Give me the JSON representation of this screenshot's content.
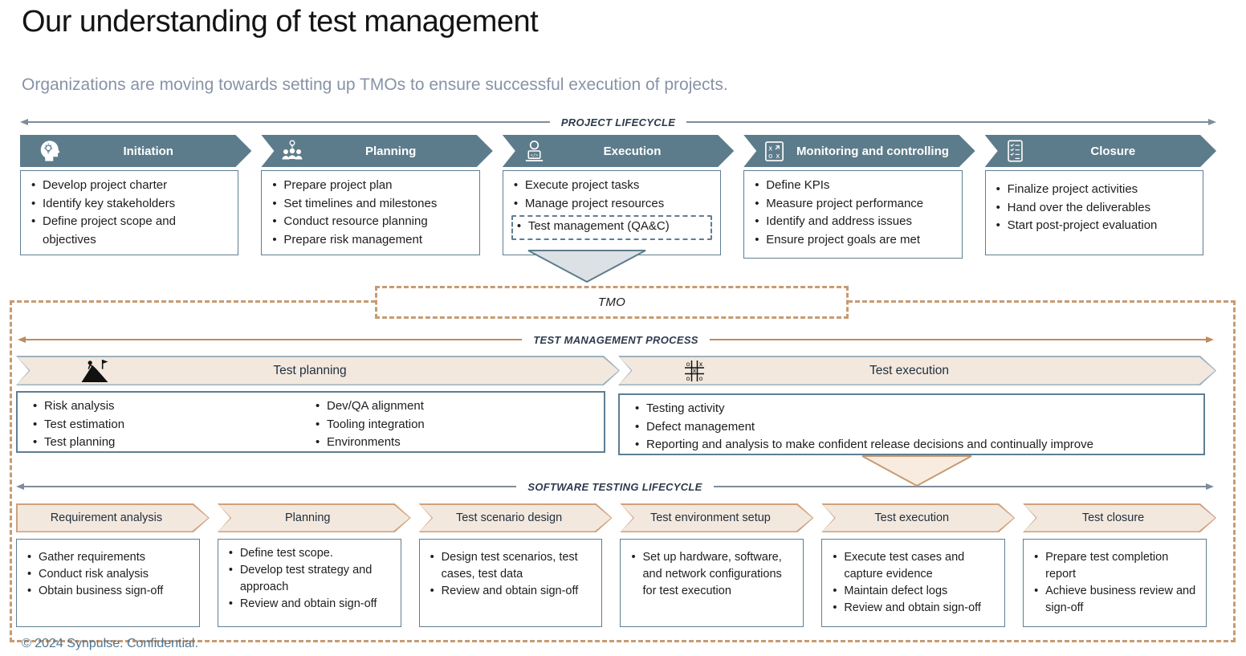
{
  "page": {
    "title": "Our understanding of test management",
    "subtitle": "Organizations are moving towards setting up TMOs to ensure successful execution of projects.",
    "footer": "© 2024 Synpulse. Confidential."
  },
  "colors": {
    "stage_chevron_slate": "#5d7c8b",
    "box_border_slate": "#5e7e93",
    "dashed_tan": "#c89b72",
    "cream_chevron_fill": "#f3e8de",
    "cream_chevron_border": "#cfa17c",
    "gray_arrow": "#7d8c9b",
    "subtitle_gray": "#8793a7",
    "footer_blue": "#4e7591"
  },
  "icons": {
    "idea-head-icon": "head silhouette with lightbulb",
    "team-brainstorm-icon": "three people under a lightbulb",
    "developer-laptop-icon": "person behind laptop with code tag",
    "strategy-board-icon": "tactics pad with x and o marks",
    "checklist-icon": "checklist sheet",
    "mountain-climber-icon": "climber on peak with flag",
    "tic-tac-toe-icon": "tic-tac-toe grid with x and o"
  },
  "project_lifecycle": {
    "label": "PROJECT LIFECYCLE",
    "stages": [
      {
        "name": "Initiation",
        "icon": "idea-head-icon",
        "bullets": [
          "Develop project charter",
          "Identify key stakeholders",
          "Define project scope and objectives"
        ]
      },
      {
        "name": "Planning",
        "icon": "team-brainstorm-icon",
        "bullets": [
          "Prepare project plan",
          "Set timelines and milestones",
          "Conduct resource planning",
          "Prepare risk management"
        ]
      },
      {
        "name": "Execution",
        "icon": "developer-laptop-icon",
        "bullets": [
          "Execute project tasks",
          "Manage project resources"
        ],
        "highlighted_bullet": "Test management (QA&C)"
      },
      {
        "name": "Monitoring and controlling",
        "icon": "strategy-board-icon",
        "bullets": [
          "Define KPIs",
          "Measure project performance",
          "Identify and address issues",
          "Ensure project goals are met"
        ]
      },
      {
        "name": "Closure",
        "icon": "checklist-icon",
        "bullets": [
          "Finalize project activities",
          "Hand over the deliverables",
          "Start post-project evaluation"
        ]
      }
    ]
  },
  "tmo": {
    "label": "TMO"
  },
  "test_management_process": {
    "label": "TEST MANAGEMENT PROCESS",
    "planning": {
      "name": "Test planning",
      "icon": "mountain-climber-icon",
      "bullets_col1": [
        "Risk analysis",
        "Test estimation",
        "Test planning"
      ],
      "bullets_col2": [
        "Dev/QA alignment",
        "Tooling integration",
        "Environments"
      ]
    },
    "execution": {
      "name": "Test execution",
      "icon": "tic-tac-toe-icon",
      "bullets": [
        "Testing activity",
        "Defect management",
        "Reporting and analysis to make confident release decisions and continually improve"
      ]
    }
  },
  "software_testing_lifecycle": {
    "label": "SOFTWARE TESTING LIFECYCLE",
    "stages": [
      {
        "name": "Requirement analysis",
        "bullets": [
          "Gather requirements",
          "Conduct risk analysis",
          "Obtain business sign-off"
        ]
      },
      {
        "name": "Planning",
        "bullets": [
          "Define test scope.",
          "Develop test strategy and approach",
          "Review and obtain sign-off"
        ]
      },
      {
        "name": "Test scenario design",
        "bullets": [
          "Design test scenarios, test cases, test data",
          "Review and obtain sign-off"
        ]
      },
      {
        "name": "Test environment setup",
        "bullets": [
          "Set up hardware, software, and network configurations for test execution"
        ]
      },
      {
        "name": "Test execution",
        "bullets": [
          "Execute test cases and capture evidence",
          "Maintain defect logs",
          "Review and obtain sign-off"
        ]
      },
      {
        "name": "Test closure",
        "bullets": [
          "Prepare test completion report",
          "Achieve business review and sign-off"
        ]
      }
    ]
  }
}
